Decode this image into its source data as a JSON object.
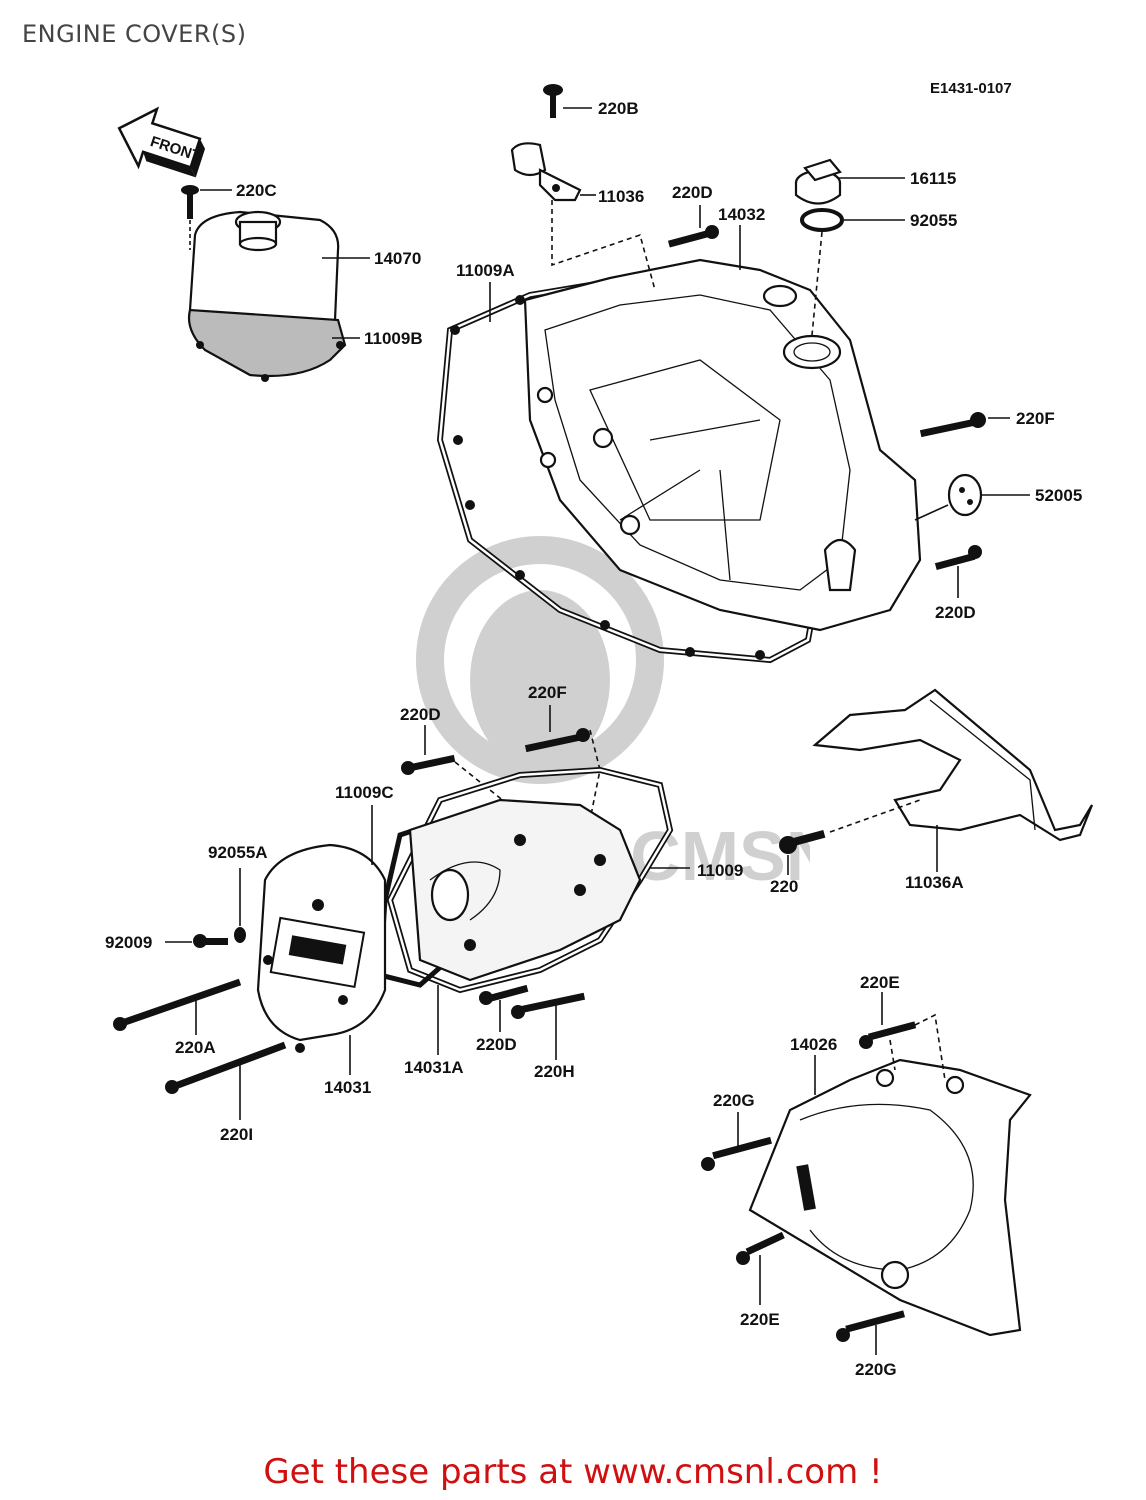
{
  "title": "ENGINE COVER(S)",
  "diagram_code": "E1431-0107",
  "front_arrow": "FRONT",
  "watermark": "www.CMSNL.COM",
  "labels": [
    "220B",
    "11036",
    "220D",
    "14032",
    "16115",
    "92055",
    "220C",
    "14070",
    "11009A",
    "11009B",
    "220F",
    "52005",
    "220D",
    "220F",
    "220D",
    "11009C",
    "92055A",
    "11009",
    "220",
    "11036A",
    "92009",
    "220A",
    "14031",
    "14031A",
    "220D",
    "220H",
    "220E",
    "14026",
    "220G",
    "220I",
    "220E",
    "220G"
  ],
  "footer": "Get these parts at www.cmsnl.com !"
}
